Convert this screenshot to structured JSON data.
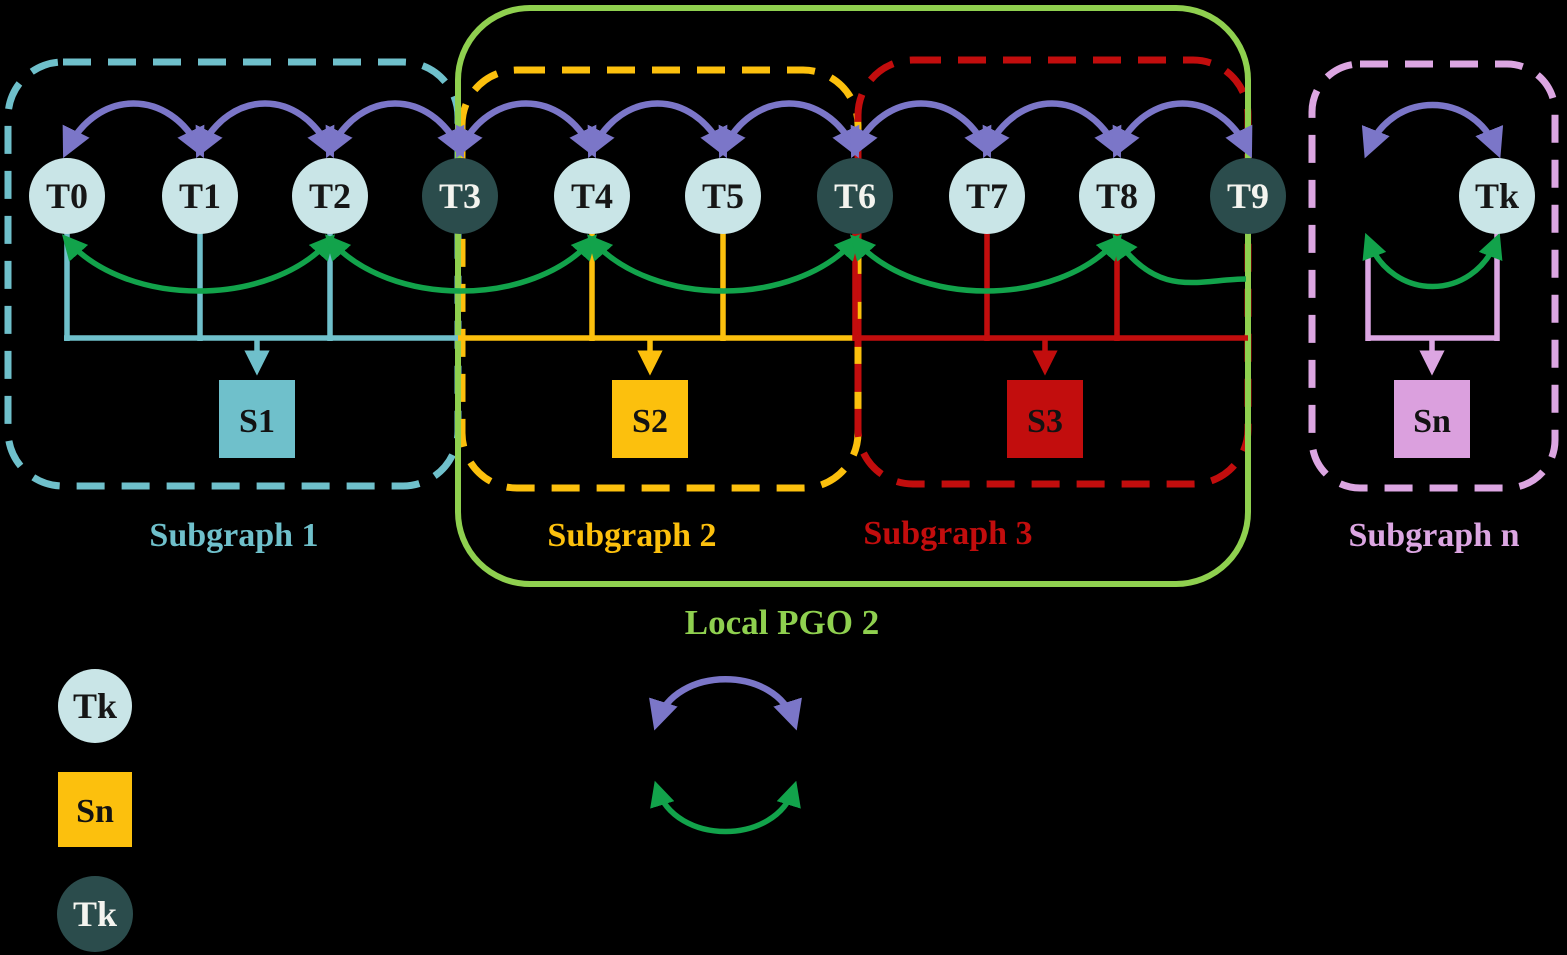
{
  "figure": {
    "background": "#000000",
    "kind": "pose-graph-optimization-diagram"
  },
  "nodes": [
    {
      "label": "T0",
      "kind": "pose"
    },
    {
      "label": "T1",
      "kind": "pose"
    },
    {
      "label": "T2",
      "kind": "pose"
    },
    {
      "label": "T3",
      "kind": "shared-pose"
    },
    {
      "label": "T4",
      "kind": "pose"
    },
    {
      "label": "T5",
      "kind": "pose"
    },
    {
      "label": "T6",
      "kind": "shared-pose"
    },
    {
      "label": "T7",
      "kind": "pose"
    },
    {
      "label": "T8",
      "kind": "pose"
    },
    {
      "label": "T9",
      "kind": "shared-pose"
    },
    {
      "label": "Tk",
      "kind": "pose"
    }
  ],
  "summary_nodes": [
    {
      "label": "S1",
      "color": "#6FC0CB"
    },
    {
      "label": "S2",
      "color": "#FCC00D"
    },
    {
      "label": "S3",
      "color": "#C20D0D"
    },
    {
      "label": "Sn",
      "color": "#DBA0DE"
    }
  ],
  "subgraphs": [
    {
      "label": "Subgraph 1",
      "color": "#6FC0CB"
    },
    {
      "label": "Subgraph 2",
      "color": "#FCC00D"
    },
    {
      "label": "Subgraph 3",
      "color": "#C20D0D"
    },
    {
      "label": "Subgraph n",
      "color": "#DCA6E2"
    }
  ],
  "local_pgo": {
    "label": "Local PGO 2",
    "color": "#8FD04F"
  },
  "legend": {
    "pose_node_label": "Tk",
    "summary_node_label": "Sn",
    "shared_node_label": "Tk",
    "edge_colors": {
      "odometry": "#7B76C8",
      "loop_closure": "#12A34B"
    }
  },
  "colors": {
    "pose_node_fill": "#C9E5E7",
    "shared_node_fill": "#2B4C4C",
    "odometry_edge": "#7B76C8",
    "loop_closure_edge": "#12A34B",
    "subgraph1": "#6FC0CB",
    "subgraph2": "#FCC00D",
    "subgraph3": "#C20D0D",
    "subgraph_n": "#DCA6E2",
    "local_pgo_box": "#8FD04F"
  }
}
